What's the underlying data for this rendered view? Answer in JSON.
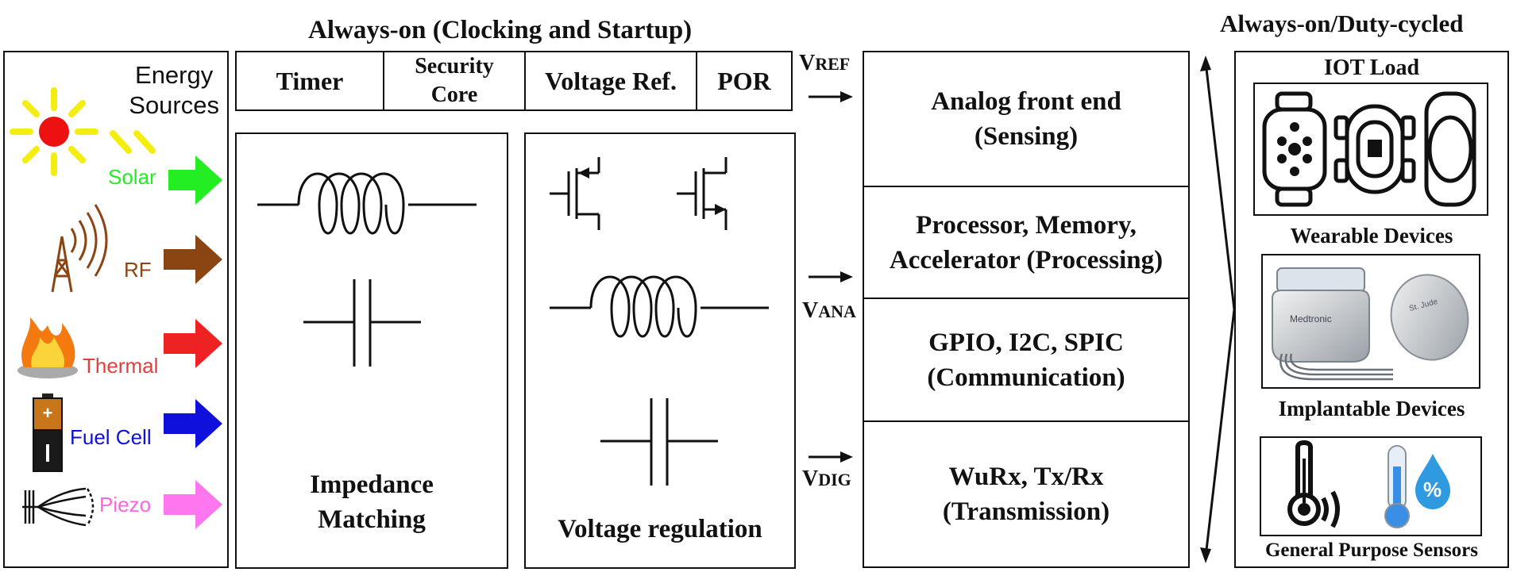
{
  "always_on_title": "Always-on (Clocking and Startup)",
  "duty_cycled_title": "Always-on/Duty-cycled",
  "energy": {
    "title": "Energy\nSources",
    "sources": [
      {
        "label": "Solar",
        "color": "#22ee22",
        "icon": "sun-icon"
      },
      {
        "label": "RF",
        "color": "#8b4513",
        "icon": "rf-tower-icon"
      },
      {
        "label": "Thermal",
        "color": "#ee2222",
        "icon": "fire-icon"
      },
      {
        "label": "Fuel Cell",
        "color": "#1010dd",
        "icon": "battery-icon"
      },
      {
        "label": "Piezo",
        "color": "#ff66dd",
        "icon": "piezo-icon"
      }
    ]
  },
  "always_on_blocks": [
    "Timer",
    "Security\nCore",
    "Voltage Ref.",
    "POR"
  ],
  "impedance": {
    "label": "Impedance\nMatching"
  },
  "regulation": {
    "label": "Voltage regulation"
  },
  "rails": [
    {
      "main": "V",
      "sub": "REF"
    },
    {
      "main": "V",
      "sub": "ANA"
    },
    {
      "main": "V",
      "sub": "DIG"
    }
  ],
  "functions": [
    "Analog front end\n(Sensing)",
    "Processor, Memory,\nAccelerator (Processing)",
    "GPIO, I2C, SPIC\n(Communication)",
    "WuRx, Tx/Rx\n(Transmission)"
  ],
  "loads": {
    "title": "IOT Load",
    "groups": [
      {
        "caption": "Wearable Devices",
        "icon": "smartwatch-icon"
      },
      {
        "caption": "Implantable Devices",
        "icon": "pacemaker-icon"
      },
      {
        "caption": "General Purpose Sensors",
        "icon": "thermometer-icon"
      }
    ],
    "pacemaker_brand": "Medtronic"
  }
}
